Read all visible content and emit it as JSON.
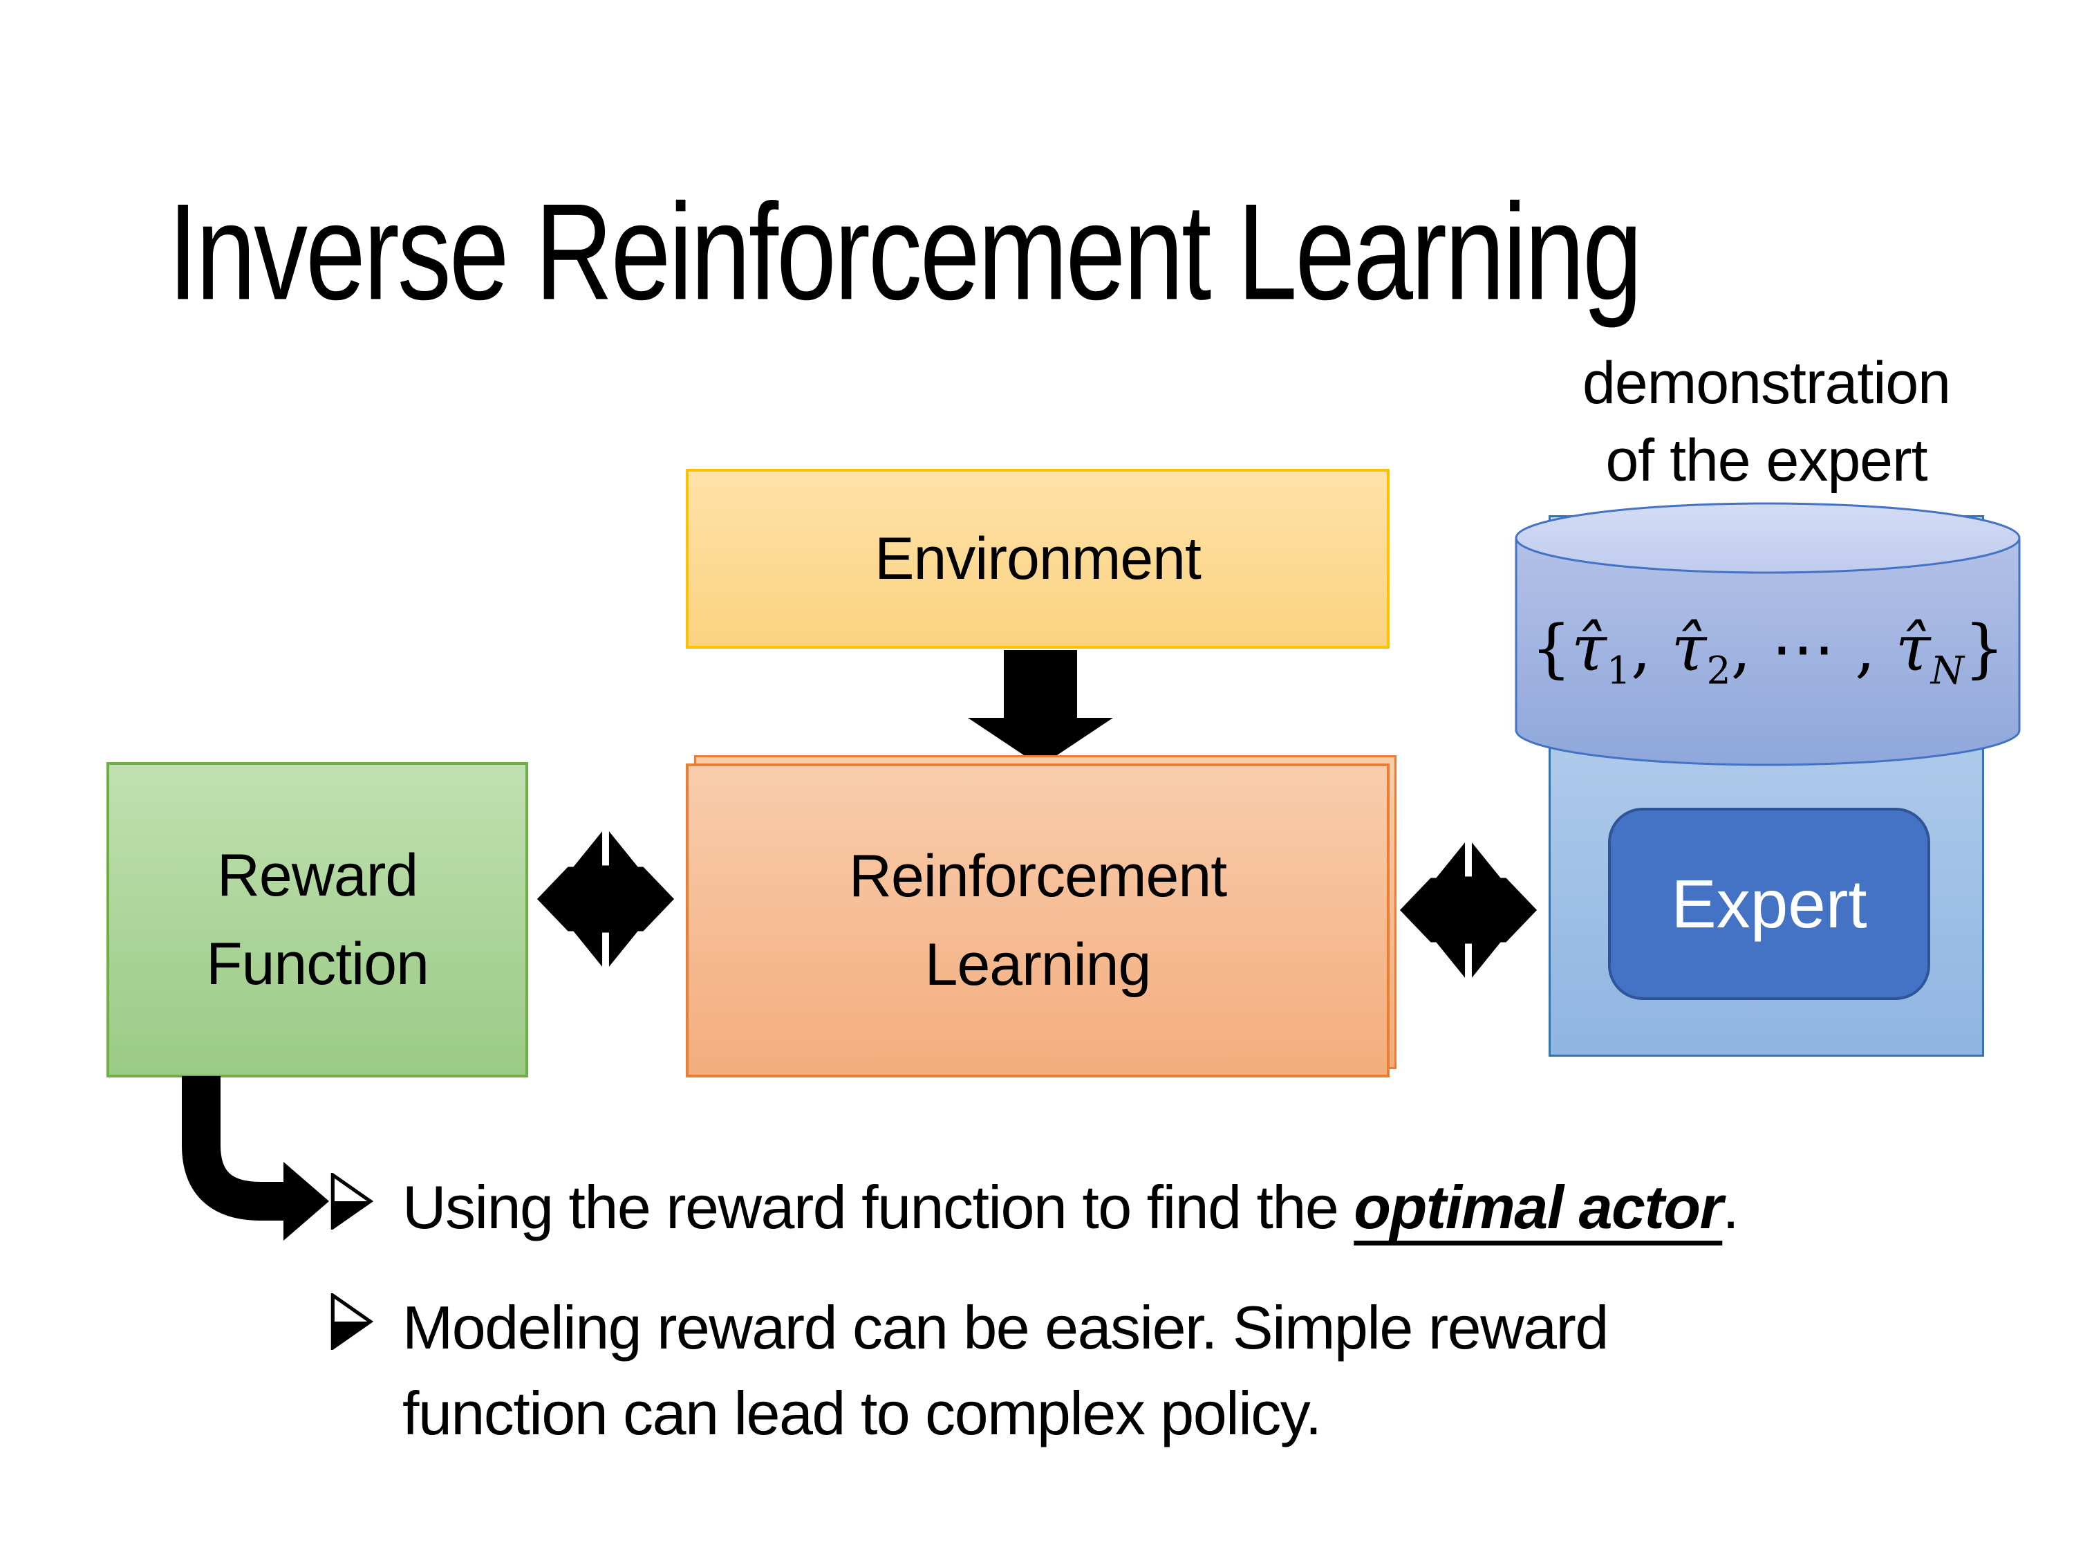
{
  "slide": {
    "title": "Inverse Reinforcement Learning"
  },
  "diagram": {
    "environment": {
      "label": "Environment"
    },
    "reward_function": {
      "line1": "Reward",
      "line2": "Function"
    },
    "reinforcement_learning": {
      "line1": "Reinforcement",
      "line2": "Learning"
    },
    "expert": {
      "label": "Expert"
    },
    "demonstration": {
      "line1": "demonstration",
      "line2": "of the expert"
    },
    "formula": {
      "open": "{",
      "tau": "τ̂",
      "sub1": "1",
      "sep1": ", ",
      "sub2": "2",
      "sep2": ", ⋯ , ",
      "subN": "N",
      "close": "}"
    }
  },
  "bullets": {
    "item1": {
      "prefix": "Using the reward function to find the ",
      "emphasis": "optimal actor",
      "suffix": "."
    },
    "item2": {
      "line1": "Modeling reward can be easier. Simple reward",
      "line2": "function can lead to complex policy."
    }
  },
  "colors": {
    "background": "#FFFFFF",
    "text": "#000000",
    "arrow": "#000000",
    "env_top": "#FEE2A9",
    "env_bottom": "#FBD280",
    "env_border": "#FFC000",
    "rl_top": "#F9CDAC",
    "rl_bottom": "#F3AD7E",
    "rl_border": "#ED7D31",
    "reward_top": "#C0E0B1",
    "reward_bottom": "#9BCB85",
    "reward_border": "#70AD47",
    "expert_panel_top": "#C6D9F0",
    "expert_panel_bottom": "#8FB5E2",
    "expert_panel_border": "#2E75B6",
    "expert_fill": "#4472C4",
    "expert_border": "#2F5597",
    "expert_text": "#FFFFFF",
    "cylinder_top_face": "#CBD5F0",
    "cylinder_body_top": "#B3C1E7",
    "cylinder_body_bottom": "#8FA7DB",
    "cylinder_border": "#4472C4"
  }
}
